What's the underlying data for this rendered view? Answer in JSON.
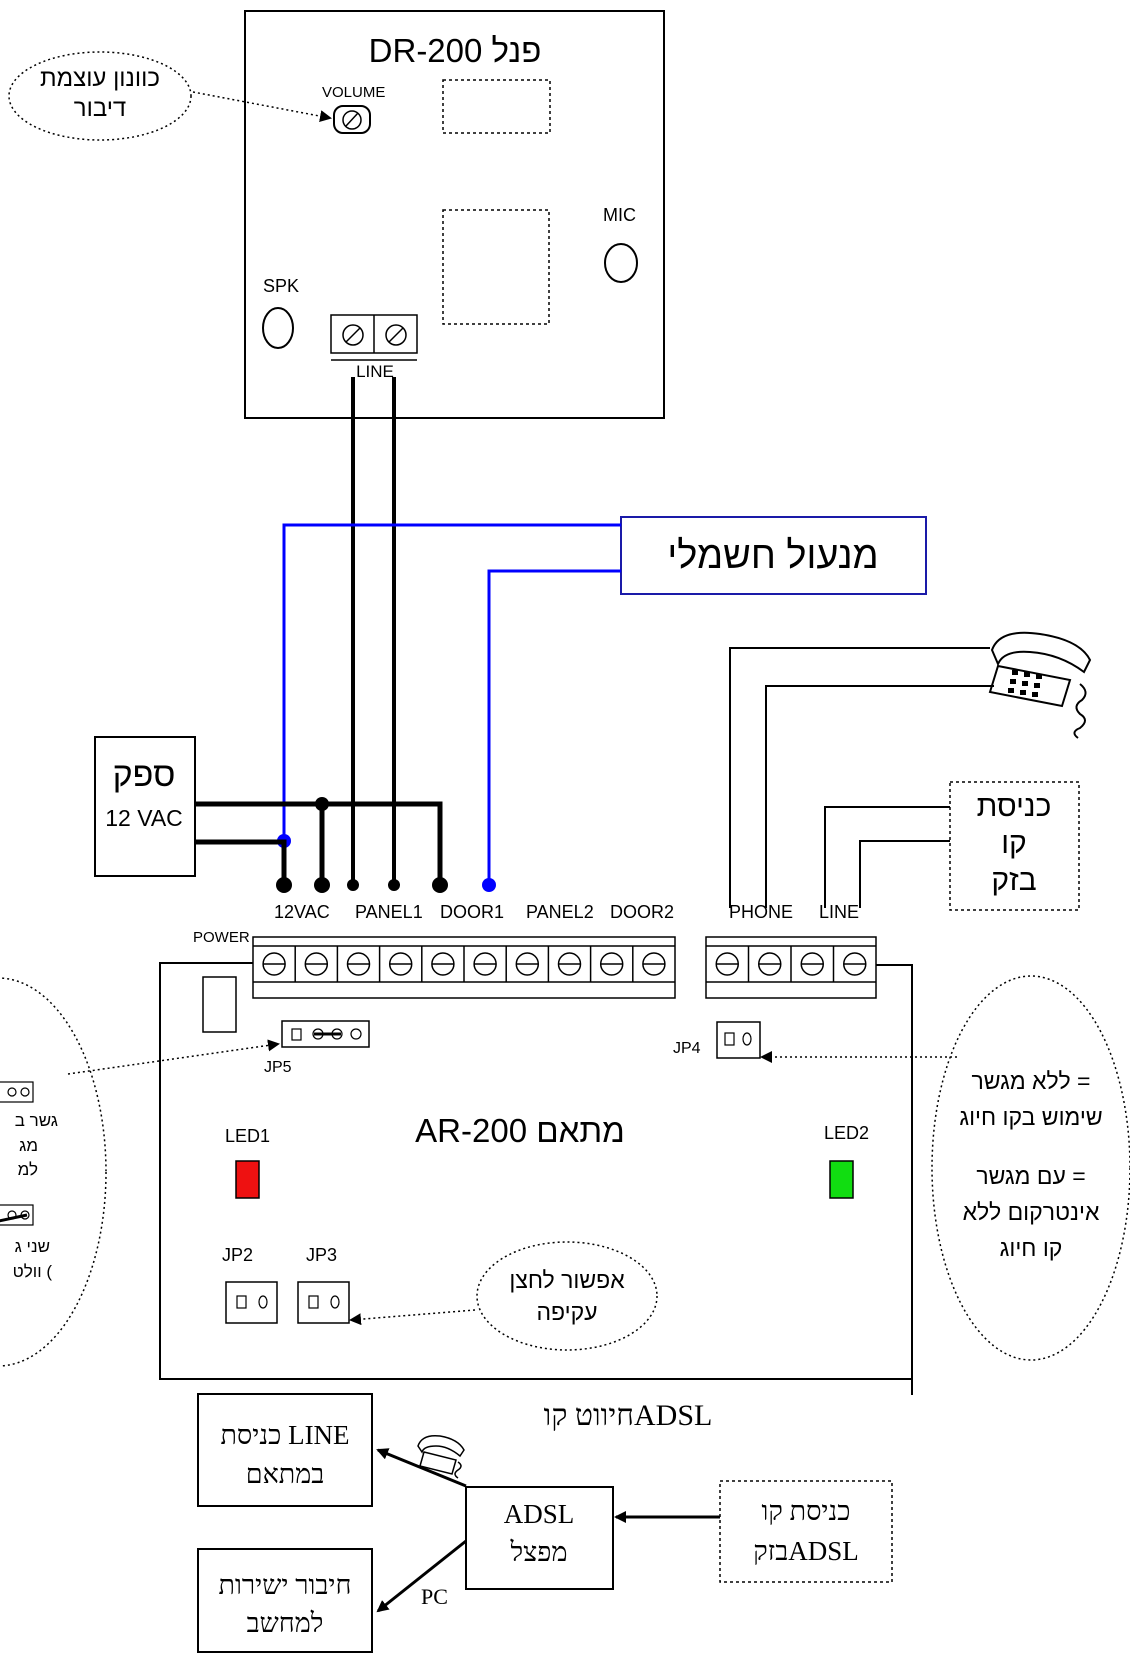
{
  "panel": {
    "title": "DR-200 פנל",
    "volume_label": "VOLUME",
    "mic_label": "MIC",
    "spk_label": "SPK",
    "line_label": "LINE"
  },
  "volume_note": {
    "line1": "כוונון עוצמת",
    "line2": "דיבור"
  },
  "lock": {
    "label": "מנעול חשמלי"
  },
  "supply": {
    "title": "ספק",
    "voltage": "12 VAC"
  },
  "phone_line_box": {
    "line1": "כניסת",
    "line2": "קו",
    "line3": "בזק"
  },
  "terminal_labels": {
    "vac": "12VAC",
    "panel1": "PANEL1",
    "door1": "DOOR1",
    "panel2": "PANEL2",
    "door2": "DOOR2",
    "phone": "PHONE",
    "line": "LINE",
    "power": "POWER"
  },
  "adapter": {
    "title": "AR-200 מתאם",
    "led1": "LED1",
    "led2": "LED2",
    "jp2": "JP2",
    "jp3": "JP3",
    "jp4": "JP4",
    "jp5": "JP5"
  },
  "left_note": {
    "line1": "גשר ב",
    "line2": "מג",
    "line3": "למ",
    "line4": "שני ג",
    "line5": "וולט ("
  },
  "jp4_note": {
    "line1": "ללא מגשר =",
    "line2": "שימוש בקו חיוג",
    "line3": "עם מגשר =",
    "line4": "אינטרקום ללא",
    "line5": "קו חיוג"
  },
  "jp3_note": {
    "line1": "אפשור לחצן",
    "line2": "עקיפה"
  },
  "adsl": {
    "title": "חיווט קוADSL",
    "line_in_1": "כניסת LINE",
    "line_in_2": "במתאם",
    "splitter_1": "ADSL",
    "splitter_2": "מפצל",
    "source_1": "כניסת קו",
    "source_2": "בזקADSL",
    "pc_1": "חיבור ישירות",
    "pc_2": "למחשב",
    "pc_label": "PC"
  },
  "colors": {
    "wire": "#000000",
    "lock_wire": "#0000ff",
    "led1": "#ee1111",
    "led2": "#11dd11"
  }
}
